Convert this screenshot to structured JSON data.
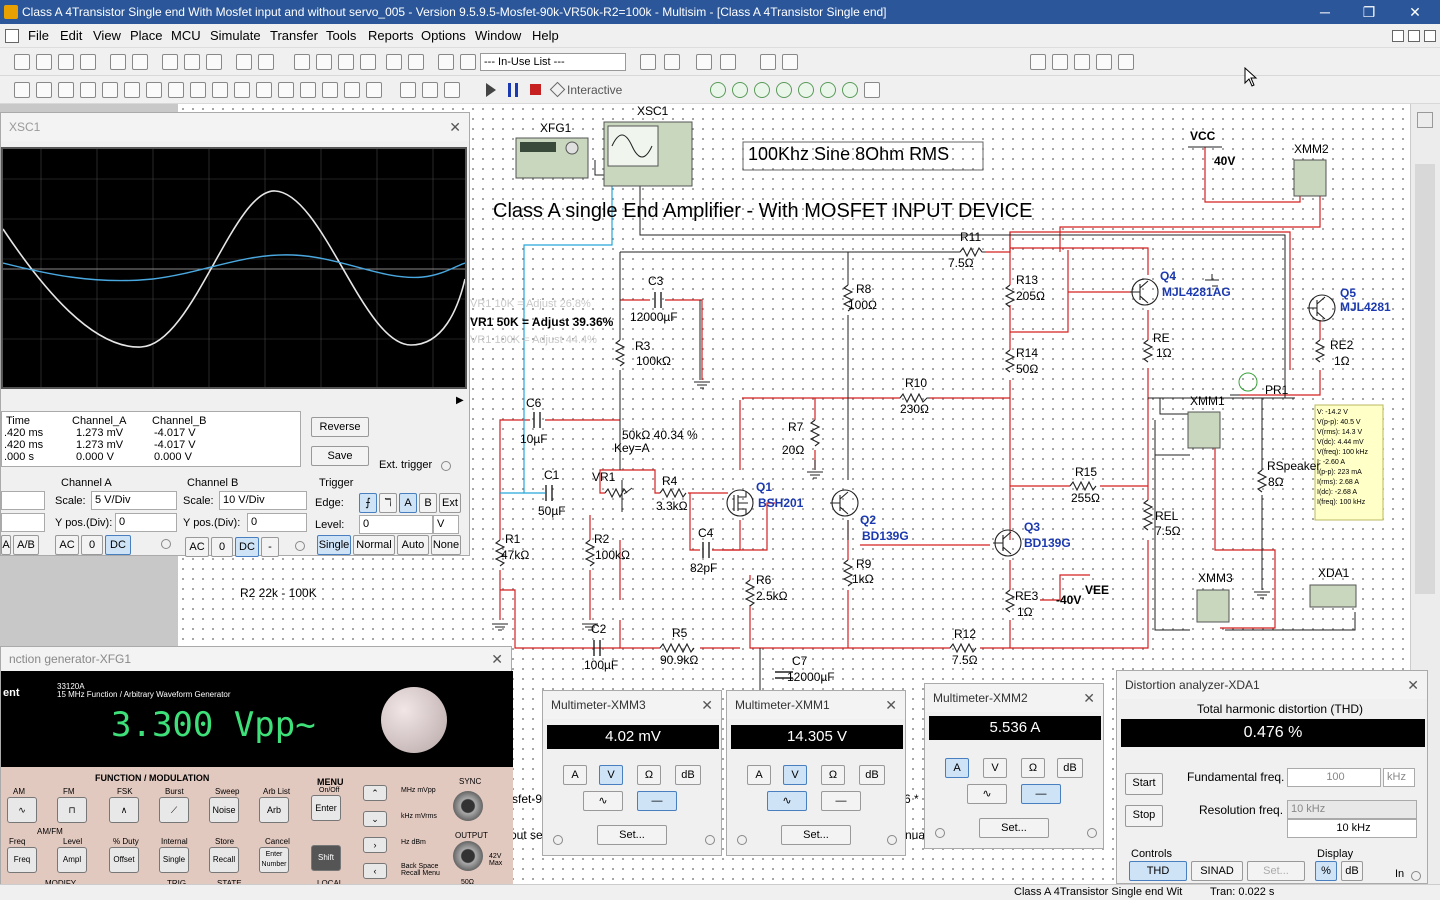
{
  "window": {
    "title": "Class A 4Transistor Single end With Mosfet input and without servo_005 - Version 9.5.9.5-Mosfet-90k-VR50k-R2=100k - Multisim - [Class A 4Transistor Single end]",
    "minimize": "─",
    "maximize": "❐",
    "close": "✕"
  },
  "menu": [
    "File",
    "Edit",
    "View",
    "Place",
    "MCU",
    "Simulate",
    "Transfer",
    "Tools",
    "Reports",
    "Options",
    "Window",
    "Help"
  ],
  "toolbar": {
    "inuse": "--- In-Use List ---",
    "interactive": "Interactive"
  },
  "schematic": {
    "title": "Class A single End Amplifier - With MOSFET INPUT DEVICE",
    "note": "100Khz Sine 8Ohm RMS",
    "vr_notes": [
      "VR1 10K = Adjust 26.8%",
      "VR1 50K = Adjust 39.36%",
      "VR1 100K = Adjust 44.4%"
    ],
    "r2note": "R2 22k - 100K",
    "vcc": "VCC",
    "vcc_val": "40V",
    "vee": "VEE",
    "vee_val": "-40V",
    "labels": [
      {
        "n": "XFG1",
        "c": "#000"
      },
      {
        "n": "XSC1",
        "c": "#000"
      },
      {
        "n": "R11",
        "c": "#000"
      },
      {
        "n": "7.5Ω",
        "c": "#000"
      },
      {
        "n": "C3",
        "c": "#000"
      },
      {
        "n": "12000µF",
        "c": "#000"
      },
      {
        "n": "R8",
        "c": "#000"
      },
      {
        "n": "100Ω",
        "c": "#000"
      },
      {
        "n": "R13",
        "c": "#000"
      },
      {
        "n": "205Ω",
        "c": "#000"
      },
      {
        "n": "Q4",
        "c": "#1b39b0"
      },
      {
        "n": "MJL4281AG",
        "c": "#1b39b0"
      },
      {
        "n": "Q5",
        "c": "#1b39b0"
      },
      {
        "n": "MJL4281",
        "c": "#1b39b0"
      },
      {
        "n": "R3",
        "c": "#000"
      },
      {
        "n": "100kΩ",
        "c": "#000"
      },
      {
        "n": "RE",
        "c": "#000"
      },
      {
        "n": "1Ω",
        "c": "#000"
      },
      {
        "n": "RE2",
        "c": "#000"
      },
      {
        "n": "1Ω",
        "c": "#000"
      },
      {
        "n": "R14",
        "c": "#000"
      },
      {
        "n": "50Ω",
        "c": "#000"
      },
      {
        "n": "R10",
        "c": "#000"
      },
      {
        "n": "230Ω",
        "c": "#000"
      },
      {
        "n": "C6",
        "c": "#000"
      },
      {
        "n": "10µF",
        "c": "#000"
      },
      {
        "n": "R7",
        "c": "#000"
      },
      {
        "n": "20Ω",
        "c": "#000"
      },
      {
        "n": "50kΩ  40.34 %",
        "c": "#000"
      },
      {
        "n": "Key=A",
        "c": "#000"
      },
      {
        "n": "C1",
        "c": "#000"
      },
      {
        "n": "50µF",
        "c": "#000"
      },
      {
        "n": "VR1",
        "c": "#000"
      },
      {
        "n": "R4",
        "c": "#000"
      },
      {
        "n": "3.3kΩ",
        "c": "#000"
      },
      {
        "n": "Q1",
        "c": "#1b39b0"
      },
      {
        "n": "BSH201",
        "c": "#1b39b0"
      },
      {
        "n": "Q2",
        "c": "#1b39b0"
      },
      {
        "n": "BD139G",
        "c": "#1b39b0"
      },
      {
        "n": "R15",
        "c": "#000"
      },
      {
        "n": "255Ω",
        "c": "#000"
      },
      {
        "n": "REL",
        "c": "#000"
      },
      {
        "n": "7.5Ω",
        "c": "#000"
      },
      {
        "n": "RSpeaker",
        "c": "#000"
      },
      {
        "n": "8Ω",
        "c": "#000"
      },
      {
        "n": "R1",
        "c": "#000"
      },
      {
        "n": "47kΩ",
        "c": "#000"
      },
      {
        "n": "R2",
        "c": "#000"
      },
      {
        "n": "100kΩ",
        "c": "#000"
      },
      {
        "n": "C4",
        "c": "#000"
      },
      {
        "n": "82pF",
        "c": "#000"
      },
      {
        "n": "Q3",
        "c": "#1b39b0"
      },
      {
        "n": "BD139G",
        "c": "#1b39b0"
      },
      {
        "n": "R6",
        "c": "#000"
      },
      {
        "n": "2.5kΩ",
        "c": "#000"
      },
      {
        "n": "R9",
        "c": "#000"
      },
      {
        "n": "1kΩ",
        "c": "#000"
      },
      {
        "n": "RE3",
        "c": "#000"
      },
      {
        "n": "1Ω",
        "c": "#000"
      },
      {
        "n": "C2",
        "c": "#000"
      },
      {
        "n": "100µF",
        "c": "#000"
      },
      {
        "n": "R5",
        "c": "#000"
      },
      {
        "n": "90.9kΩ",
        "c": "#000"
      },
      {
        "n": "C7",
        "c": "#000"
      },
      {
        "n": "12000µF",
        "c": "#000"
      },
      {
        "n": "R12",
        "c": "#000"
      },
      {
        "n": "7.5Ω",
        "c": "#000"
      },
      {
        "n": "XMM1",
        "c": "#000"
      },
      {
        "n": "XMM2",
        "c": "#000"
      },
      {
        "n": "XMM3",
        "c": "#000"
      },
      {
        "n": "XDA1",
        "c": "#000"
      },
      {
        "n": "PR1",
        "c": "#000"
      }
    ],
    "probe": [
      "V: -14.2 V",
      "V(p-p): 40.5 V",
      "V(rms): 14.3 V",
      "V(dc): 4.44 mV",
      "V(freq): 100 kHz",
      "I: -2.60 A",
      "I(p-p): 223 mA",
      "I(rms): 2.68 A",
      "I(dc): -2.68 A",
      "I(freq): 100 kHz"
    ]
  },
  "scope": {
    "title": "XSC1",
    "cols": [
      "Time",
      "Channel_A",
      "Channel_B"
    ],
    "rows": [
      [
        ".420 ms",
        "1.273 mV",
        "-4.017 V"
      ],
      [
        ".420 ms",
        "1.273 mV",
        "-4.017 V"
      ],
      [
        ".000 s",
        "0.000 V",
        "0.000 V"
      ]
    ],
    "reverse": "Reverse",
    "save": "Save",
    "ext_trigger": "Ext. trigger",
    "cha": "Channel A",
    "chb": "Channel B",
    "trigger": "Trigger",
    "scale": "Scale:",
    "ypos": "Y pos.(Div):",
    "cha_scale": "5  V/Div",
    "chb_scale": "10  V/Div",
    "cha_ypos": "0",
    "chb_ypos": "0",
    "edge": "Edge:",
    "level": "Level:",
    "level_val": "0",
    "level_unit": "V",
    "ac": "AC",
    "zero": "0",
    "dc": "DC",
    "minus": "-",
    "ab": "A/B",
    "a": "A",
    "b": "B",
    "ext": "Ext",
    "modes": [
      "Single",
      "Normal",
      "Auto",
      "None"
    ]
  },
  "fgen": {
    "title": "nction generator-XFG1",
    "brand": "ent",
    "model": "33120A",
    "desc": "15 MHz Function / Arbitrary Waveform Generator",
    "display": "3.300 Vpp~",
    "sections": [
      "FUNCTION / MODULATION",
      "MENU",
      "SYNC",
      "OUTPUT"
    ],
    "top_labels": [
      "AM",
      "FM",
      "FSK",
      "Burst",
      "Sweep",
      "Arb List"
    ],
    "row1": [
      "",
      "",
      "",
      "",
      "Noise",
      "Arb",
      "Enter"
    ],
    "mid_labels": [
      "Freq",
      "Level",
      "% Duty",
      "Internal",
      "Store",
      "Cancel"
    ],
    "row2": [
      "Freq",
      "Ampl",
      "Offset",
      "Single",
      "Recall",
      "Enter Number",
      "Shift"
    ],
    "bottom_labels": [
      "MODIFY",
      "TRIG",
      "STATE",
      "LOCAL"
    ],
    "units": [
      "MHz mVpp",
      "kHz mVrms",
      "Hz dBm",
      "Back Space Recall Menu"
    ],
    "onoff": "On/Off",
    "amfm": "AM/FM",
    "max": "42V Max",
    "ohm": "50Ω"
  },
  "xmm3": {
    "title": "Multimeter-XMM3",
    "value": "4.02 mV",
    "set": "Set..."
  },
  "xmm1": {
    "title": "Multimeter-XMM1",
    "value": "14.305 V",
    "set": "Set..."
  },
  "xmm2": {
    "title": "Multimeter-XMM2",
    "value": "5.536 A",
    "set": "Set..."
  },
  "mm_modes": [
    "A",
    "V",
    "Ω",
    "dB"
  ],
  "xda": {
    "title": "Distortion analyzer-XDA1",
    "heading": "Total harmonic distortion (THD)",
    "value": "0.476 %",
    "start": "Start",
    "stop": "Stop",
    "fund": "Fundamental freq.",
    "fund_val": "100",
    "fund_unit": "kHz",
    "res": "Resolution freq.",
    "res_val": "10 kHz",
    "res_read": "10 kHz",
    "controls": "Controls",
    "display": "Display",
    "thd": "THD",
    "sinad": "SINAD",
    "set": "Set...",
    "pct": "%",
    "db": "dB",
    "in": "In"
  },
  "status": {
    "file": "Class A 4Transistor Single end Wit",
    "tran": "Tran: 0.022 s"
  },
  "behind": {
    "t1": "sfet-9",
    "t2": "out se",
    "t3": "nua",
    "t4": "6 *"
  }
}
